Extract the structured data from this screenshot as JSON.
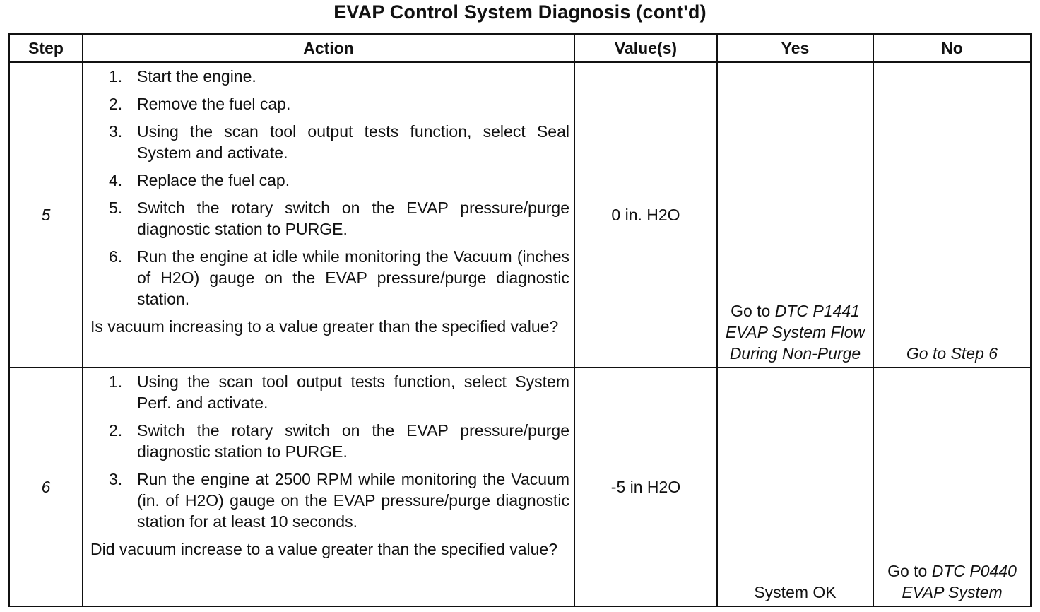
{
  "title": "EVAP Control System Diagnosis (cont'd)",
  "headers": {
    "step": "Step",
    "action": "Action",
    "values": "Value(s)",
    "yes": "Yes",
    "no": "No"
  },
  "rows": [
    {
      "step": "5",
      "actions": [
        {
          "num": "1.",
          "text": "Start the engine."
        },
        {
          "num": "2.",
          "text": "Remove the fuel cap."
        },
        {
          "num": "3.",
          "text": "Using the scan tool output tests function, select Seal System and activate."
        },
        {
          "num": "4.",
          "text": "Replace the fuel cap."
        },
        {
          "num": "5.",
          "text": "Switch the rotary switch on the EVAP pressure/purge diagnostic station to PURGE."
        },
        {
          "num": "6.",
          "text": "Run the engine at idle while monitoring the Vacuum (inches of H2O) gauge on the EVAP pressure/purge diagnostic station."
        }
      ],
      "question": "Is vacuum increasing to a value greater than the specified value?",
      "value": "0 in. H2O",
      "yes_prefix": "Go to",
      "yes_link": "DTC P1441 EVAP System Flow During Non-Purge",
      "no_text": "Go to Step 6"
    },
    {
      "step": "6",
      "actions": [
        {
          "num": "1.",
          "text": "Using the scan tool output tests function, select System Perf. and activate."
        },
        {
          "num": "2.",
          "text": "Switch the rotary switch on the EVAP pressure/purge diagnostic station to PURGE."
        },
        {
          "num": "3.",
          "text": "Run the engine at 2500 RPM while monitoring the Vacuum (in. of H2O) gauge on the EVAP pressure/purge diagnostic station for at least 10 seconds."
        }
      ],
      "question": "Did vacuum increase to a value greater than the specified value?",
      "value": "-5 in H2O",
      "yes_text": "System OK",
      "no_prefix": "Go to",
      "no_link": "DTC P0440 EVAP System"
    }
  ]
}
